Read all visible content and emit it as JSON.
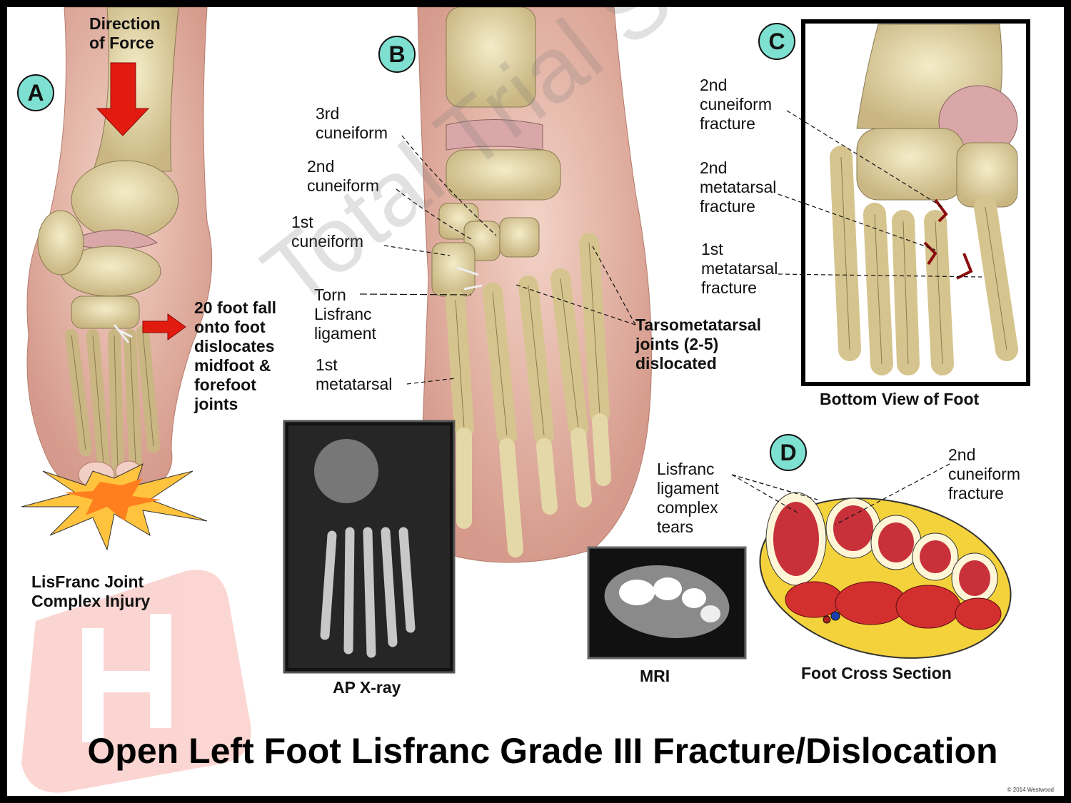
{
  "panels": {
    "a": {
      "badge": "A",
      "direction": "Direction\nof Force",
      "fall": "20 foot fall\nonto foot\ndislocates\nmidfoot &\nforefoot\njoints",
      "caption": "LisFranc Joint\nComplex Injury"
    },
    "b": {
      "badge": "B",
      "cuneiform3": "3rd\ncuneiform",
      "cuneiform2": "2nd\ncuneiform",
      "cuneiform1": "1st\ncuneiform",
      "torn": "Torn\nLisfranc\nligament",
      "metatarsal1": "1st\nmetatarsal",
      "tmt": "Tarsometatarsal\njoints (2-5)\ndislocated",
      "xray_caption": "AP X-ray"
    },
    "c": {
      "badge": "C",
      "cun_fx": "2nd\ncuneiform\nfracture",
      "mt2_fx": "2nd\nmetatarsal\nfracture",
      "mt1_fx": "1st\nmetatarsal\nfracture",
      "caption": "Bottom View of Foot"
    },
    "d": {
      "badge": "D",
      "tears": "Lisfranc\nligament\ncomplex\ntears",
      "cun_fx": "2nd\ncuneiform\nfracture",
      "mri_caption": "MRI",
      "caption": "Foot Cross Section"
    }
  },
  "title": "Open Left Foot Lisfranc Grade III Fracture/Dislocation",
  "watermark": "Total Trial Solutions",
  "copyright": "© 2014 Westwood",
  "colors": {
    "badge": "#7ee0d0",
    "arrow": "#e21b10",
    "bone": "#e8dcae",
    "skin": "#e9b9ab",
    "marrow": "#c8313a",
    "fat": "#f4d23c"
  }
}
